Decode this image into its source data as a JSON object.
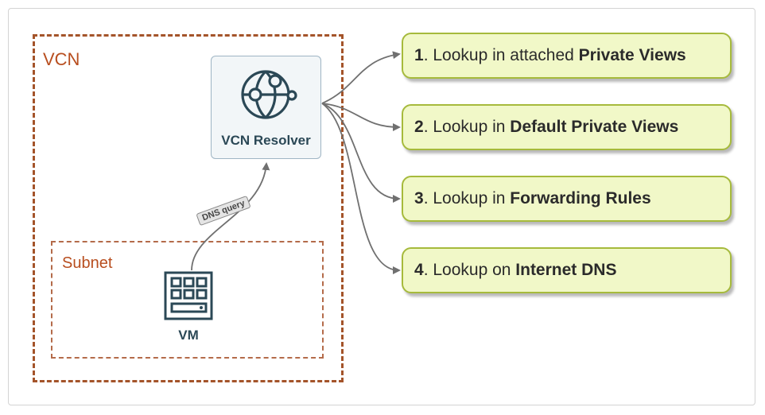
{
  "vcn": {
    "label": "VCN"
  },
  "subnet": {
    "label": "Subnet"
  },
  "resolver": {
    "label": "VCN Resolver",
    "icon": "globe-network-icon"
  },
  "vm": {
    "label": "VM",
    "icon": "server-grid-icon"
  },
  "edge": {
    "label": "DNS query"
  },
  "steps": [
    {
      "num": "1",
      "text": ". Lookup in attached ",
      "bold": "Private Views"
    },
    {
      "num": "2",
      "text": ". Lookup in ",
      "bold": "Default Private Views"
    },
    {
      "num": "3",
      "text": ". Lookup in ",
      "bold": "Forwarding Rules"
    },
    {
      "num": "4",
      "text": ". Lookup on ",
      "bold": "Internet DNS"
    }
  ],
  "colors": {
    "vcn_border": "#a4542a",
    "label": "#b84e1f",
    "step_fill": "#f1f8c8",
    "step_border": "#a6ba3c",
    "icon": "#2b4856"
  }
}
